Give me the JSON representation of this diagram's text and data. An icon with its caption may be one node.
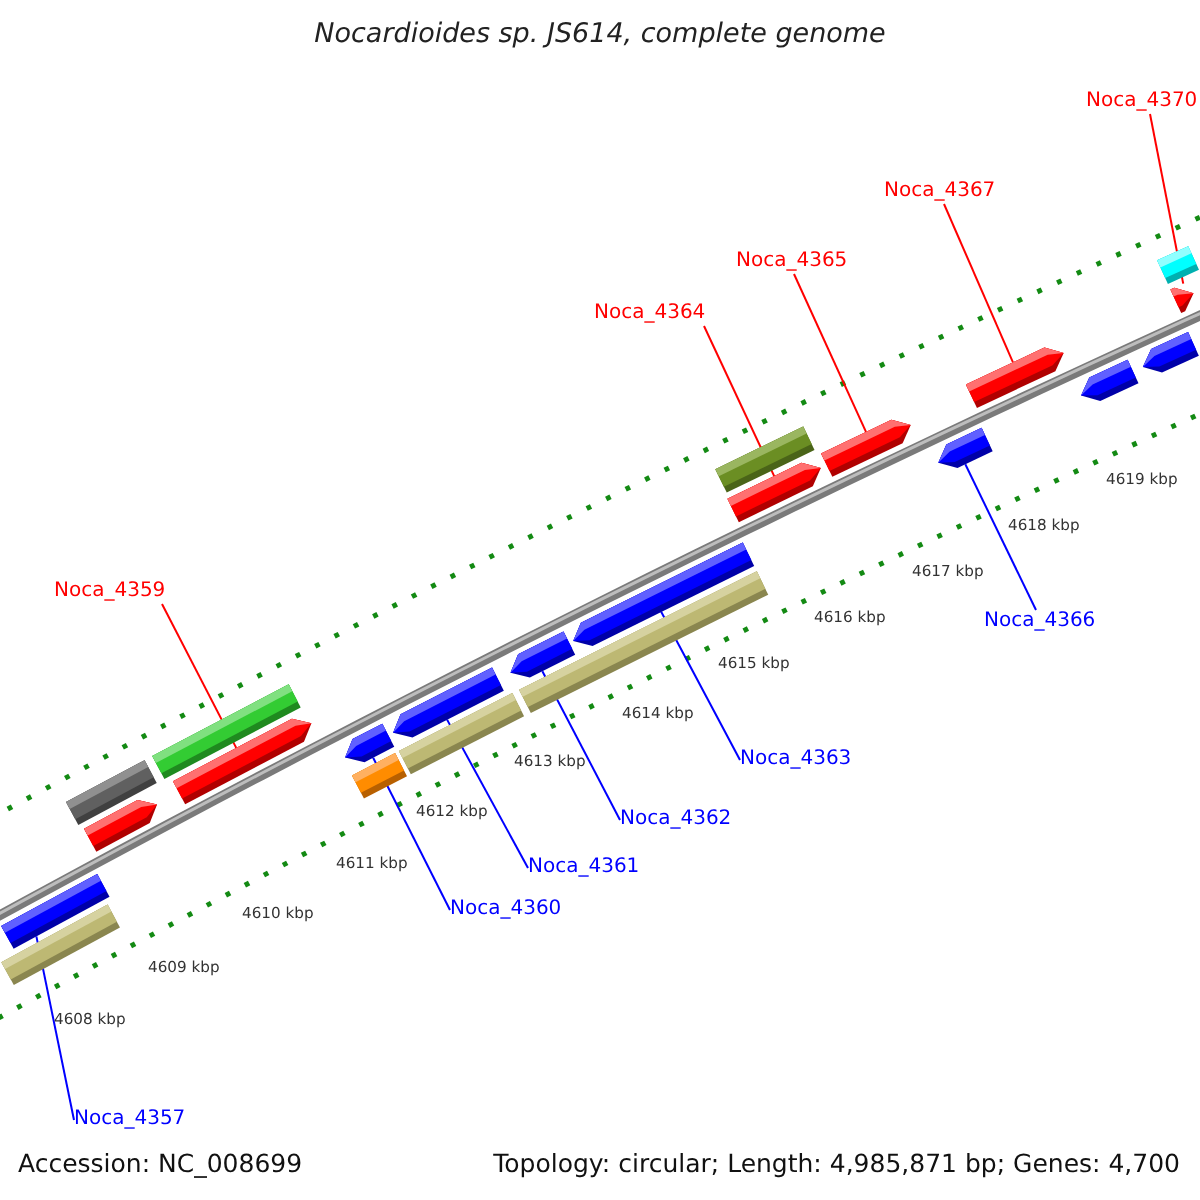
{
  "diagram": {
    "title": "Nocardioides sp. JS614, complete genome",
    "nodes": [
      {
        "text": [
          "Noca_4370"
        ]
      },
      {
        "text": [
          "Noca_4367"
        ]
      },
      {
        "text": [
          "Noca_4365"
        ]
      },
      {
        "text": [
          "Noca_4364"
        ]
      },
      {
        "text": [
          "Noca_4359"
        ]
      },
      {
        "text": [
          "Noca_4366"
        ]
      },
      {
        "text": [
          "Noca_4363"
        ]
      },
      {
        "text": [
          "Noca_4362"
        ]
      },
      {
        "text": [
          "Noca_4361"
        ]
      },
      {
        "text": [
          "Noca_4360"
        ]
      },
      {
        "text": [
          "Noca_4357"
        ]
      },
      {
        "text": [],
        "shape": "bar"
      },
      {
        "text": [],
        "shape": "bar"
      },
      {
        "text": [],
        "shape": "bar"
      },
      {
        "text": [],
        "shape": "pentagon"
      },
      {
        "text": [],
        "shape": "bar"
      },
      {
        "text": [],
        "shape": "pentagon"
      },
      {
        "text": [],
        "shape": "bar"
      },
      {
        "text": [],
        "shape": "pentagon"
      },
      {
        "text": [],
        "shape": "bar"
      },
      {
        "text": [],
        "shape": "pentagon"
      },
      {
        "text": [],
        "shape": "bar"
      },
      {
        "text": [],
        "shape": "pentagon"
      },
      {
        "text": [],
        "shape": "pentagon"
      },
      {
        "text": [],
        "shape": "pentagon"
      },
      {
        "text": [],
        "shape": "bar"
      },
      {
        "text": [],
        "shape": "pentagon"
      },
      {
        "text": [],
        "shape": "pentagon"
      },
      {
        "text": [],
        "shape": "pentagon"
      },
      {
        "text": [],
        "shape": "pentagon"
      },
      {
        "text": [],
        "shape": "pentagon"
      },
      {
        "text": [],
        "shape": "pentagon"
      },
      {
        "text": [],
        "shape": "bar"
      }
    ],
    "edges": [
      {
        "from": 0,
        "to": 31,
        "arrow": "none",
        "color": "#ff0000"
      },
      {
        "from": 1,
        "to": 28,
        "arrow": "none",
        "color": "#ff0000"
      },
      {
        "from": 2,
        "to": 26,
        "arrow": "none",
        "color": "#ff0000"
      },
      {
        "from": 3,
        "to": 24,
        "arrow": "none",
        "color": "#ff0000"
      },
      {
        "from": 4,
        "to": 16,
        "arrow": "none",
        "color": "#ff0000"
      },
      {
        "from": 5,
        "to": 27,
        "arrow": "none"
      },
      {
        "from": 6,
        "to": 23,
        "arrow": "none"
      },
      {
        "from": 7,
        "to": 22,
        "arrow": "none"
      },
      {
        "from": 8,
        "to": 20,
        "arrow": "none"
      },
      {
        "from": 9,
        "to": 18,
        "arrow": "none"
      },
      {
        "from": 10,
        "to": 12,
        "arrow": "none"
      }
    ],
    "labels": [
      "4619 kbp",
      "4618 kbp",
      "4617 kbp",
      "4616 kbp",
      "4615 kbp",
      "4614 kbp",
      "4613 kbp",
      "4612 kbp",
      "4611 kbp",
      "4610 kbp",
      "4609 kbp",
      "4608 kbp",
      "Accession: NC_008699",
      "Topology: circular; Length: 4,985,871 bp; Genes: 4,700"
    ]
  }
}
